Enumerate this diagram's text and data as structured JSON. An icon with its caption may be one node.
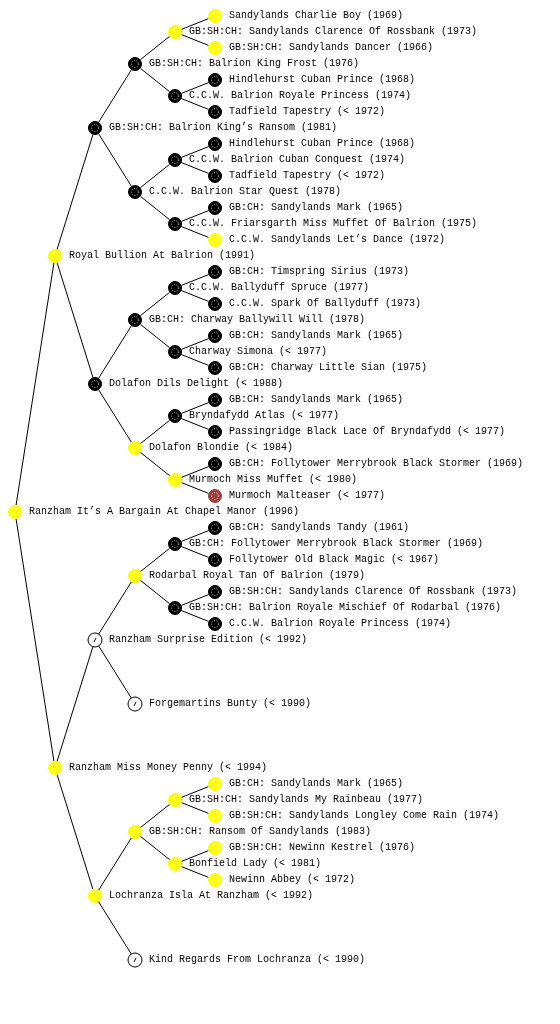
{
  "diagram": {
    "nodes": [
      {
        "text": [
          "Ranzham It’s A Bargain At Chapel Manor (1996)"
        ]
      },
      {
        "text": [
          "Royal Bullion At Balrion (1991)"
        ]
      },
      {
        "text": [
          "GB:SH:CH: Balrion King’s Ransom (1981)"
        ]
      },
      {
        "text": [
          "GB:SH:CH: Balrion King Frost (1976)"
        ]
      },
      {
        "text": [
          "GB:SH:CH: Sandylands Clarence Of Rossbank (1973)"
        ]
      },
      {
        "text": [
          "Sandylands Charlie Boy (1969)"
        ]
      },
      {
        "text": [
          "GB:SH:CH: Sandylands Dancer (1966)"
        ]
      },
      {
        "text": [
          "C.C.W. Balrion Royale Princess (1974)"
        ]
      },
      {
        "text": [
          "Hindlehurst Cuban Prince (1968)"
        ]
      },
      {
        "text": [
          "Tadfield Tapestry (< 1972)"
        ]
      },
      {
        "text": [
          "C.C.W. Balrion Star Quest (1978)"
        ]
      },
      {
        "text": [
          "C.C.W. Balrion Cuban Conquest (1974)"
        ]
      },
      {
        "text": [
          "Hindlehurst Cuban Prince (1968)"
        ]
      },
      {
        "text": [
          "Tadfield Tapestry (< 1972)"
        ]
      },
      {
        "text": [
          "C.C.W. Friarsgarth Miss Muffet Of Balrion (1975)"
        ]
      },
      {
        "text": [
          "GB:CH: Sandylands Mark (1965)"
        ]
      },
      {
        "text": [
          "C.C.W. Sandylands Let’s Dance (1972)"
        ]
      },
      {
        "text": [
          "Dolafon Dils Delight (< 1988)"
        ]
      },
      {
        "text": [
          "GB:CH: Charway Ballywill Will (1978)"
        ]
      },
      {
        "text": [
          "C.C.W. Ballyduff Spruce (1977)"
        ]
      },
      {
        "text": [
          "GB:CH: Timspring Sirius (1973)"
        ]
      },
      {
        "text": [
          "C.C.W. Spark Of Ballyduff (1973)"
        ]
      },
      {
        "text": [
          "Charway Simona (< 1977)"
        ]
      },
      {
        "text": [
          "GB:CH: Sandylands Mark (1965)"
        ]
      },
      {
        "text": [
          "GB:CH: Charway Little Sian (1975)"
        ]
      },
      {
        "text": [
          "Dolafon Blondie (< 1984)"
        ]
      },
      {
        "text": [
          "Bryndafydd Atlas (< 1977)"
        ]
      },
      {
        "text": [
          "GB:CH: Sandylands Mark (1965)"
        ]
      },
      {
        "text": [
          "Passingridge Black Lace Of Bryndafydd (< 1977)"
        ]
      },
      {
        "text": [
          "Murmoch Miss Muffet (< 1980)"
        ]
      },
      {
        "text": [
          "GB:CH: Follytower Merrybrook Black Stormer (1969)"
        ]
      },
      {
        "text": [
          "Murmoch Malteaser (< 1977)"
        ]
      },
      {
        "text": [
          "Ranzham Miss Money Penny (< 1994)"
        ]
      },
      {
        "text": [
          "Ranzham Surprise Edition (< 1992)"
        ]
      },
      {
        "text": [
          "Rodarbal Royal Tan Of Balrion (1979)"
        ]
      },
      {
        "text": [
          "GB:CH: Follytower Merrybrook Black Stormer (1969)"
        ]
      },
      {
        "text": [
          "GB:CH: Sandylands Tandy (1961)"
        ]
      },
      {
        "text": [
          "Follytower Old Black Magic (< 1967)"
        ]
      },
      {
        "text": [
          "GB:SH:CH: Balrion Royale Mischief Of Rodarbal (1976)"
        ]
      },
      {
        "text": [
          "GB:SH:CH: Sandylands Clarence Of Rossbank (1973)"
        ]
      },
      {
        "text": [
          "C.C.W. Balrion Royale Princess (1974)"
        ]
      },
      {
        "text": [
          "Forgemartins Bunty (< 1990)"
        ]
      },
      {
        "text": [
          "Lochranza Isla At Ranzham (< 1992)"
        ]
      },
      {
        "text": [
          "GB:SH:CH: Ransom Of Sandylands (1983)"
        ]
      },
      {
        "text": [
          "GB:SH:CH: Sandylands My Rainbeau (1977)"
        ]
      },
      {
        "text": [
          "GB:CH: Sandylands Mark (1965)"
        ]
      },
      {
        "text": [
          "GB:SH:CH: Sandylands Longley Come Rain (1974)"
        ]
      },
      {
        "text": [
          "Bonfield Lady (< 1981)"
        ]
      },
      {
        "text": [
          "GB:SH:CH: Newinn Kestrel (1976)"
        ]
      },
      {
        "text": [
          "Newinn Abbey (< 1972)"
        ]
      },
      {
        "text": [
          "Kind Regards From Lochranza (< 1990)"
        ]
      }
    ],
    "edges": [
      {
        "from": 0,
        "to": 1,
        "arrow": "none"
      },
      {
        "from": 1,
        "to": 2,
        "arrow": "none"
      },
      {
        "from": 2,
        "to": 3,
        "arrow": "none"
      },
      {
        "from": 3,
        "to": 4,
        "arrow": "none"
      },
      {
        "from": 4,
        "to": 5,
        "arrow": "none"
      },
      {
        "from": 4,
        "to": 6,
        "arrow": "none"
      },
      {
        "from": 3,
        "to": 7,
        "arrow": "none"
      },
      {
        "from": 7,
        "to": 8,
        "arrow": "none"
      },
      {
        "from": 7,
        "to": 9,
        "arrow": "none"
      },
      {
        "from": 2,
        "to": 10,
        "arrow": "none"
      },
      {
        "from": 10,
        "to": 11,
        "arrow": "none"
      },
      {
        "from": 11,
        "to": 12,
        "arrow": "none"
      },
      {
        "from": 11,
        "to": 13,
        "arrow": "none"
      },
      {
        "from": 10,
        "to": 14,
        "arrow": "none"
      },
      {
        "from": 14,
        "to": 15,
        "arrow": "none"
      },
      {
        "from": 14,
        "to": 16,
        "arrow": "none"
      },
      {
        "from": 1,
        "to": 17,
        "arrow": "none"
      },
      {
        "from": 17,
        "to": 18,
        "arrow": "none"
      },
      {
        "from": 18,
        "to": 19,
        "arrow": "none"
      },
      {
        "from": 19,
        "to": 20,
        "arrow": "none"
      },
      {
        "from": 19,
        "to": 21,
        "arrow": "none"
      },
      {
        "from": 18,
        "to": 22,
        "arrow": "none"
      },
      {
        "from": 22,
        "to": 23,
        "arrow": "none"
      },
      {
        "from": 22,
        "to": 24,
        "arrow": "none"
      },
      {
        "from": 17,
        "to": 25,
        "arrow": "none"
      },
      {
        "from": 25,
        "to": 26,
        "arrow": "none"
      },
      {
        "from": 26,
        "to": 27,
        "arrow": "none"
      },
      {
        "from": 26,
        "to": 28,
        "arrow": "none"
      },
      {
        "from": 25,
        "to": 29,
        "arrow": "none"
      },
      {
        "from": 29,
        "to": 30,
        "arrow": "none"
      },
      {
        "from": 29,
        "to": 31,
        "arrow": "none"
      },
      {
        "from": 0,
        "to": 32,
        "arrow": "none"
      },
      {
        "from": 32,
        "to": 33,
        "arrow": "none"
      },
      {
        "from": 33,
        "to": 34,
        "arrow": "none"
      },
      {
        "from": 34,
        "to": 35,
        "arrow": "none"
      },
      {
        "from": 35,
        "to": 36,
        "arrow": "none"
      },
      {
        "from": 35,
        "to": 37,
        "arrow": "none"
      },
      {
        "from": 34,
        "to": 38,
        "arrow": "none"
      },
      {
        "from": 38,
        "to": 39,
        "arrow": "none"
      },
      {
        "from": 38,
        "to": 40,
        "arrow": "none"
      },
      {
        "from": 33,
        "to": 41,
        "arrow": "none"
      },
      {
        "from": 32,
        "to": 42,
        "arrow": "none"
      },
      {
        "from": 42,
        "to": 43,
        "arrow": "none"
      },
      {
        "from": 43,
        "to": 44,
        "arrow": "none"
      },
      {
        "from": 44,
        "to": 45,
        "arrow": "none"
      },
      {
        "from": 44,
        "to": 46,
        "arrow": "none"
      },
      {
        "from": 43,
        "to": 47,
        "arrow": "none"
      },
      {
        "from": 47,
        "to": 48,
        "arrow": "none"
      },
      {
        "from": 47,
        "to": 49,
        "arrow": "none"
      },
      {
        "from": 42,
        "to": 50,
        "arrow": "none"
      }
    ]
  }
}
